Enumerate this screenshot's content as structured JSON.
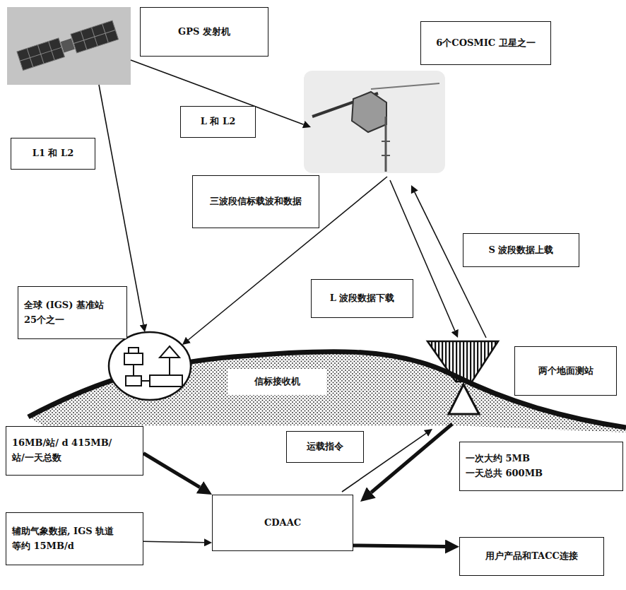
{
  "diagram": {
    "nodes": [
      {
        "text": [
          "GPS 发射机"
        ]
      },
      {
        "text": [
          "6个COSMIC 卫星之一"
        ]
      },
      {
        "text": [
          "L 和 L2"
        ]
      },
      {
        "text": [
          "L1 和 L2"
        ]
      },
      {
        "text": [
          "三波段信标载波和数据"
        ]
      },
      {
        "text": [
          "S 波段数据上载"
        ]
      },
      {
        "text": [
          "L 波段数据下载"
        ]
      },
      {
        "text": [
          "全球 (IGS) 基准站 25个之一"
        ]
      },
      {
        "text": [
          "信标接收机"
        ]
      },
      {
        "text": [
          "两个地面测站"
        ]
      },
      {
        "text": [
          "16MB/站/ d 415MB/站/一天总数"
        ]
      },
      {
        "text": [
          "运载指令"
        ]
      },
      {
        "text": [
          "一次大约 5MB 一天总共 600MB"
        ]
      },
      {
        "text": [
          "CDAAC"
        ]
      },
      {
        "text": [
          "辅助气象数据, IGS 轨道 等约 15MB/d"
        ]
      },
      {
        "text": [
          "用户产品和TACC连接"
        ]
      }
    ],
    "edges": [
      {
        "from": 10,
        "to": 13,
        "arrow": "to"
      },
      {
        "from": 14,
        "to": 13,
        "arrow": "to"
      },
      {
        "from": 13,
        "to": 15,
        "arrow": "to"
      }
    ]
  }
}
